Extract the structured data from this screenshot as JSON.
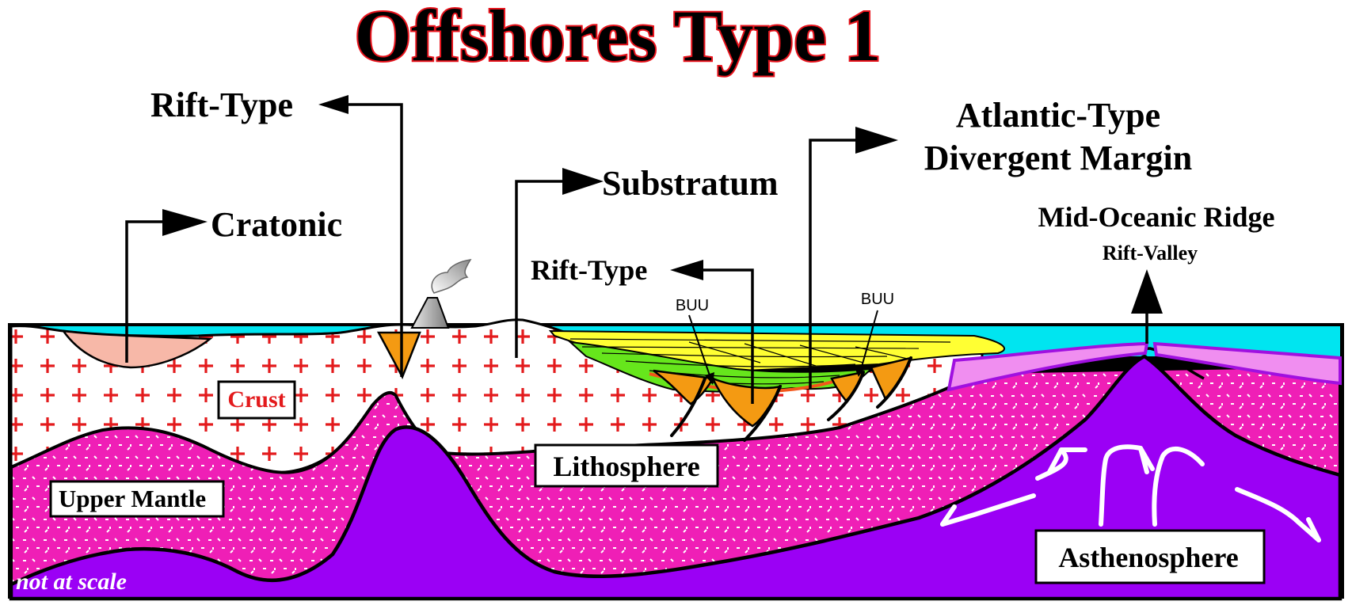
{
  "title": "Offshores Type 1",
  "labels": {
    "rift_type_upper": "Rift-Type",
    "cratonic": "Cratonic",
    "substratum": "Substratum",
    "rift_type_lower": "Rift-Type",
    "atlantic_line1": "Atlantic-Type",
    "atlantic_line2": "Divergent Margin",
    "mid_ocean_ridge": "Mid-Oceanic Ridge",
    "rift_valley": "Rift-Valley",
    "buu_left": "BUU",
    "buu_right": "BUU"
  },
  "layers": {
    "crust": "Crust",
    "upper_mantle": "Upper Mantle",
    "lithosphere": "Lithosphere",
    "asthenosphere": "Asthenosphere"
  },
  "note": "not at scale",
  "colors": {
    "title_outline": "#e8131c",
    "sea": "#00e5f0",
    "crust": "#ffffff",
    "crust_cross": "#e31a1c",
    "upper_mantle": "#ef1fb6",
    "asthenosphere": "#9b00f5",
    "cratonic_basin": "#f7b8a8",
    "rift_fill": "#f49a12",
    "margin_green": "#66e61c",
    "margin_yellow": "#ffff33",
    "oceanic_crust": "#f08ef0"
  },
  "icons": {
    "volcano": "volcano-icon",
    "plume": "smoke-plume-icon",
    "convection": "convection-arrow-icon"
  }
}
